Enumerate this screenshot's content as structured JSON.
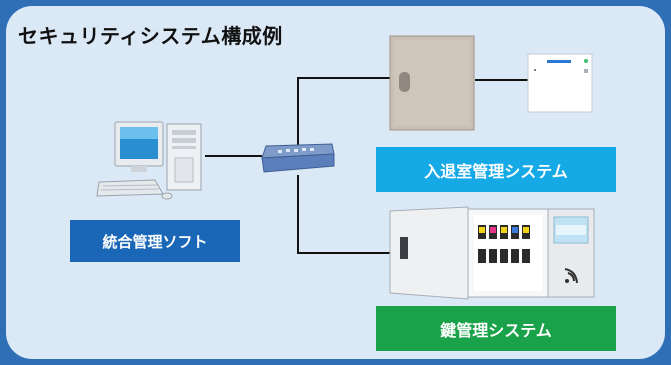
{
  "title": "セキュリティシステム構成例",
  "labels": {
    "software": "統合管理ソフト",
    "entry_exit": "入退室管理システム",
    "key_management": "鍵管理システム"
  },
  "icons": {
    "pc": "desktop-pc-icon",
    "hub": "network-hub-icon",
    "door": "door-icon",
    "reader": "card-reader-icon",
    "key_cabinet": "key-cabinet-icon"
  },
  "colors": {
    "frame": "#2e6fb5",
    "panel": "#dbe8f6",
    "software_label": "#1a67b8",
    "entry_label": "#15a9e6",
    "key_label": "#1aa24a"
  }
}
